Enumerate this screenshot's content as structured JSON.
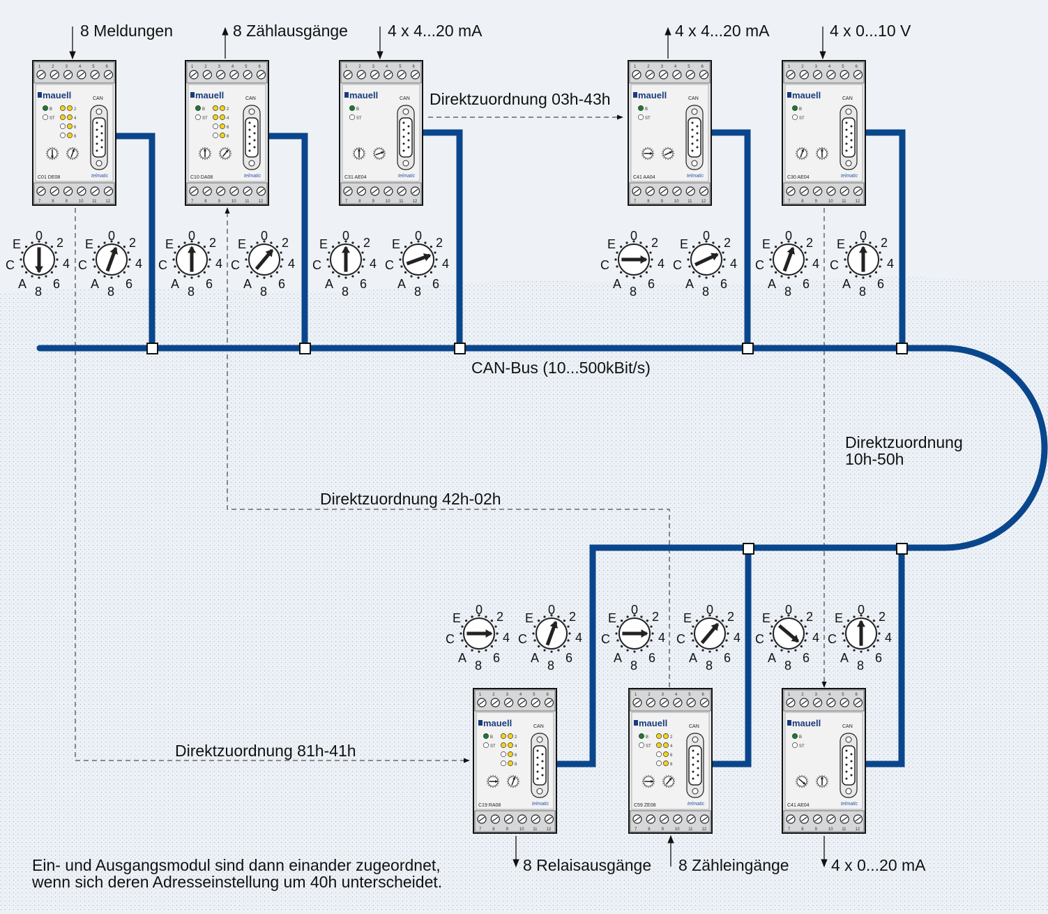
{
  "colors": {
    "bus": "#0a468c",
    "background": "#eef2f6",
    "module_body": "#e3e4e6",
    "led_green": "#1c7a2c",
    "led_yellow": "#f1d21e"
  },
  "bus_label": "CAN-Bus (10...500kBit/s)",
  "assignments": {
    "top": "Direktzuordnung 03h-43h",
    "right_line1": "Direktzuordnung",
    "right_line2": "10h-50h",
    "middle": "Direktzuordnung 42h-02h",
    "bottom": "Direktzuordnung 81h-41h"
  },
  "footnote": {
    "line1": "Ein- und Ausgangsmodul sind dann einander zugeordnet,",
    "line2": "wenn sich deren Adresseinstellung um 40h unterscheidet."
  },
  "dial_labels": {
    "n0": "0",
    "n2": "2",
    "n4": "4",
    "n6": "6",
    "n8": "8",
    "nA": "A",
    "nC": "C",
    "nE": "E"
  },
  "module_common": {
    "brand": "mauell",
    "can_label": "CAN",
    "sub_brand": "telmatic",
    "led_b": "B",
    "led_st": "ST",
    "led_nums": [
      "2",
      "4",
      "6",
      "8"
    ],
    "terminals_top": [
      "1",
      "2",
      "3",
      "4",
      "5",
      "6"
    ],
    "terminals_bottom": [
      "7",
      "8",
      "9",
      "10",
      "11",
      "12"
    ]
  },
  "modules": [
    {
      "id": "m1",
      "type": "C01 DE08",
      "io_label": "8 Meldungen",
      "arrow": "in",
      "dial1": 180,
      "dial2": 20,
      "eight_leds": true
    },
    {
      "id": "m2",
      "type": "C10 DA08",
      "io_label": "8 Zählausgänge",
      "arrow": "out",
      "dial1": 0,
      "dial2": 40,
      "eight_leds": true
    },
    {
      "id": "m3",
      "type": "C31 AE04",
      "io_label": "4 x 4...20 mA",
      "arrow": "in",
      "dial1": 0,
      "dial2": 70,
      "eight_leds": false
    },
    {
      "id": "m4",
      "type": "C41 AA04",
      "io_label": "4 x 4...20 mA",
      "arrow": "out",
      "dial1": 90,
      "dial2": 65,
      "eight_leds": false
    },
    {
      "id": "m5",
      "type": "C30 AE04",
      "io_label": "4 x 0...10 V",
      "arrow": "in",
      "dial1": 20,
      "dial2": 0,
      "eight_leds": false
    },
    {
      "id": "m6",
      "type": "C19 RA08",
      "io_label": "8 Relaisausgänge",
      "arrow": "out",
      "dial1": 90,
      "dial2": 20,
      "eight_leds": true
    },
    {
      "id": "m7",
      "type": "C59 ZE08",
      "io_label": "8 Zähleingänge",
      "arrow": "in",
      "dial1": 90,
      "dial2": 40,
      "eight_leds": true
    },
    {
      "id": "m8",
      "type": "C41 AE04",
      "io_label": "4 x 0...20 mA",
      "arrow": "out",
      "dial1": 130,
      "dial2": 0,
      "eight_leds": false
    }
  ]
}
